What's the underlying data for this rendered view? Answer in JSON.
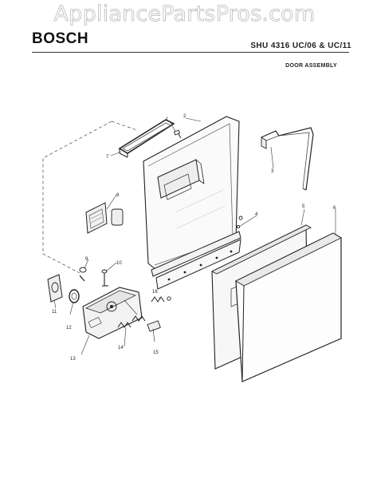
{
  "watermark": "AppliancePartsPros.com",
  "header": {
    "brand": "BOSCH",
    "model": "SHU 4316 UC/06 & UC/11",
    "section": "DOOR ASSEMBLY"
  },
  "callouts": [
    "1",
    "2",
    "3",
    "4",
    "5",
    "6",
    "7",
    "8",
    "9",
    "10",
    "11",
    "12",
    "13",
    "14",
    "15",
    "16"
  ],
  "colors": {
    "line": "#2a2a2a",
    "stroke_light": "#555555",
    "fill_panel": "#f4f4f4",
    "watermark_outline": "#b9b9b9"
  }
}
